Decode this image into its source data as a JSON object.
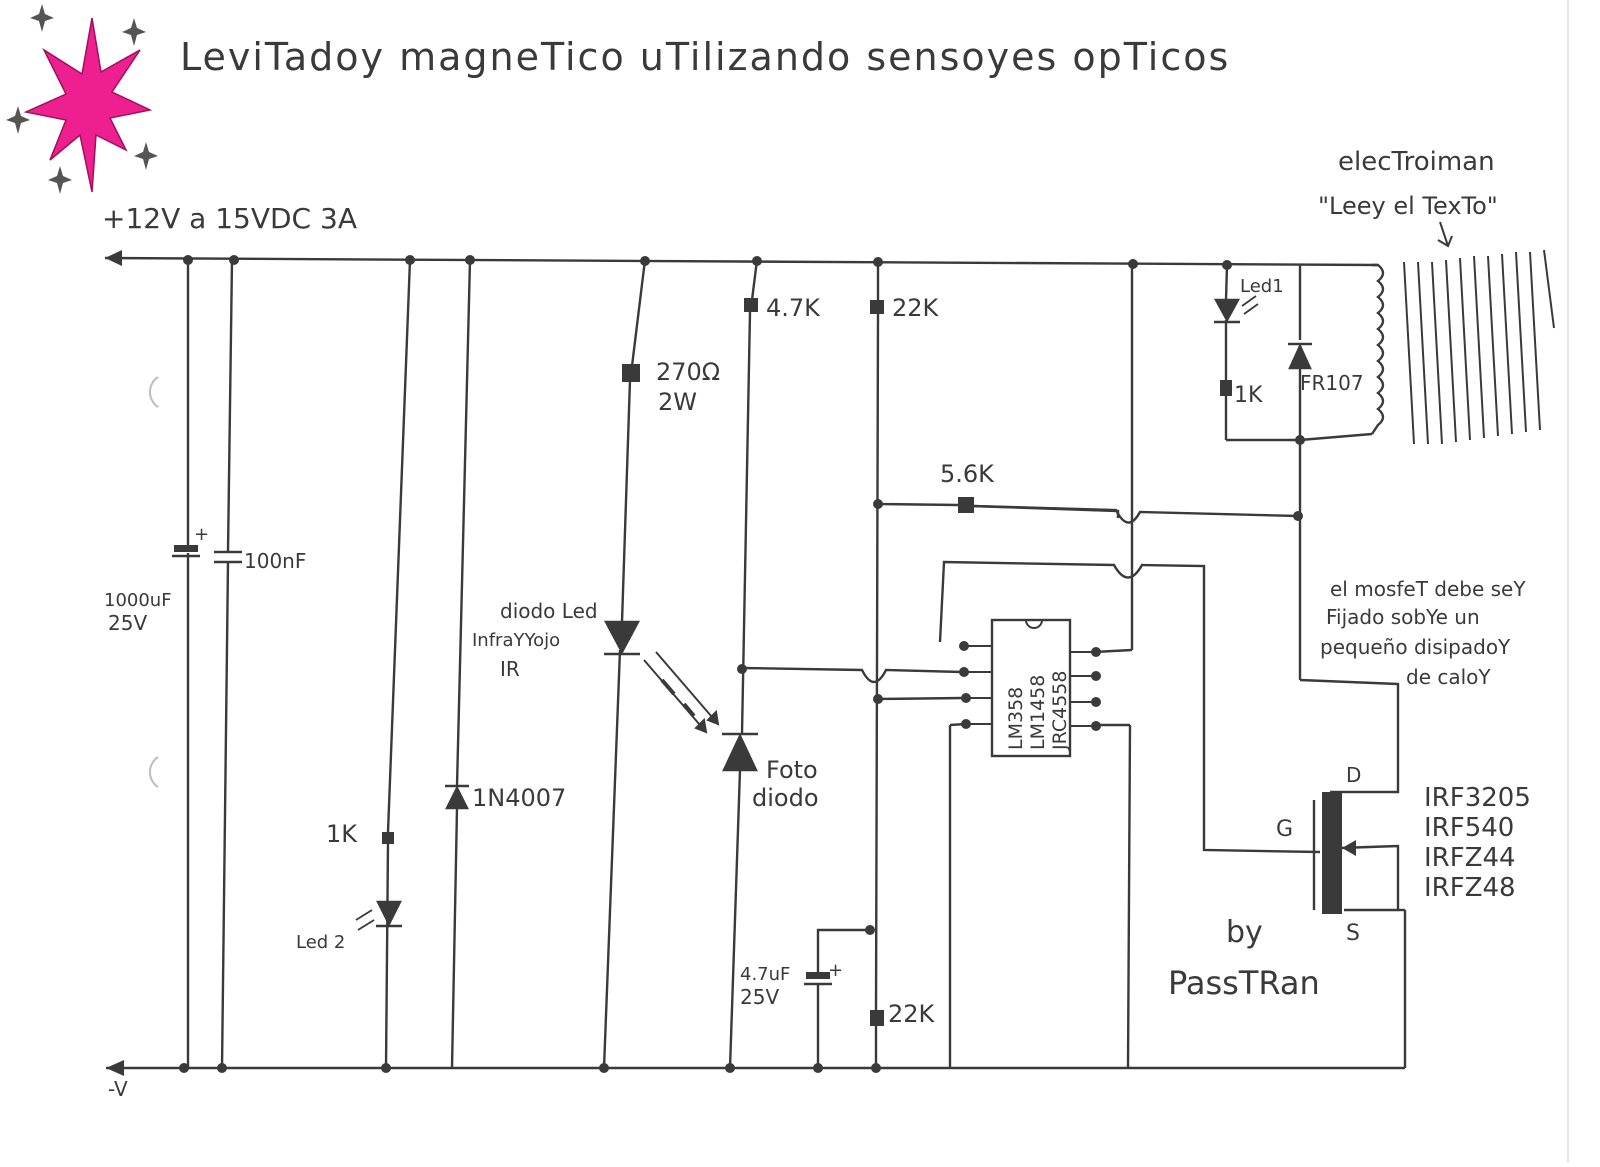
{
  "title": "LeviTadoy magneTico uTilizando sensoyes opTicos",
  "supply": {
    "positive": "+12V a 15VDC 3A",
    "negative": "-V"
  },
  "components": {
    "cap_main_value": "1000uF",
    "cap_main_voltage": "25V",
    "cap_plus": "+",
    "cap_small": "100nF",
    "r_led2": "1K",
    "led2": "Led 2",
    "diode_1n4007": "1N4007",
    "r_270_value": "270Ω",
    "r_270_power": "2W",
    "ir_led_line1": "diodo Led",
    "ir_led_line2": "InfraYYojo",
    "ir_led_line3": "IR",
    "r_47k": "4.7K",
    "photodiode_line1": "Foto",
    "photodiode_line2": "diodo",
    "r_22k_top": "22K",
    "r_22k_bottom": "22K",
    "cap_small2_value": "4.7uF",
    "cap_small2_voltage": "25V",
    "r_56k": "5.6K",
    "opamp_line1": "LM358",
    "opamp_line2": "LM1458",
    "opamp_line3": "JRC4558",
    "led1": "Led1",
    "r_led1": "1K",
    "diode_fr107": "FR107",
    "mosfet_d": "D",
    "mosfet_g": "G",
    "mosfet_s": "S",
    "mosfet_models": [
      "IRF3205",
      "IRF540",
      "IRFZ44",
      "IRFZ48"
    ]
  },
  "notes": {
    "electromagnet_line1": "elecTroiman",
    "electromagnet_line2": "\"Leey el TexTo\"",
    "mosfet_note": [
      "el mosfeT debe seY",
      "Fijado sobYe un",
      "pequeño disipadoY",
      "de caloY"
    ],
    "author_line1": "by",
    "author_line2": "PassTRan"
  },
  "colors": {
    "ink": "#3a3a3a",
    "paper": "#ffffff",
    "star_pink": "#ee1f8f"
  }
}
